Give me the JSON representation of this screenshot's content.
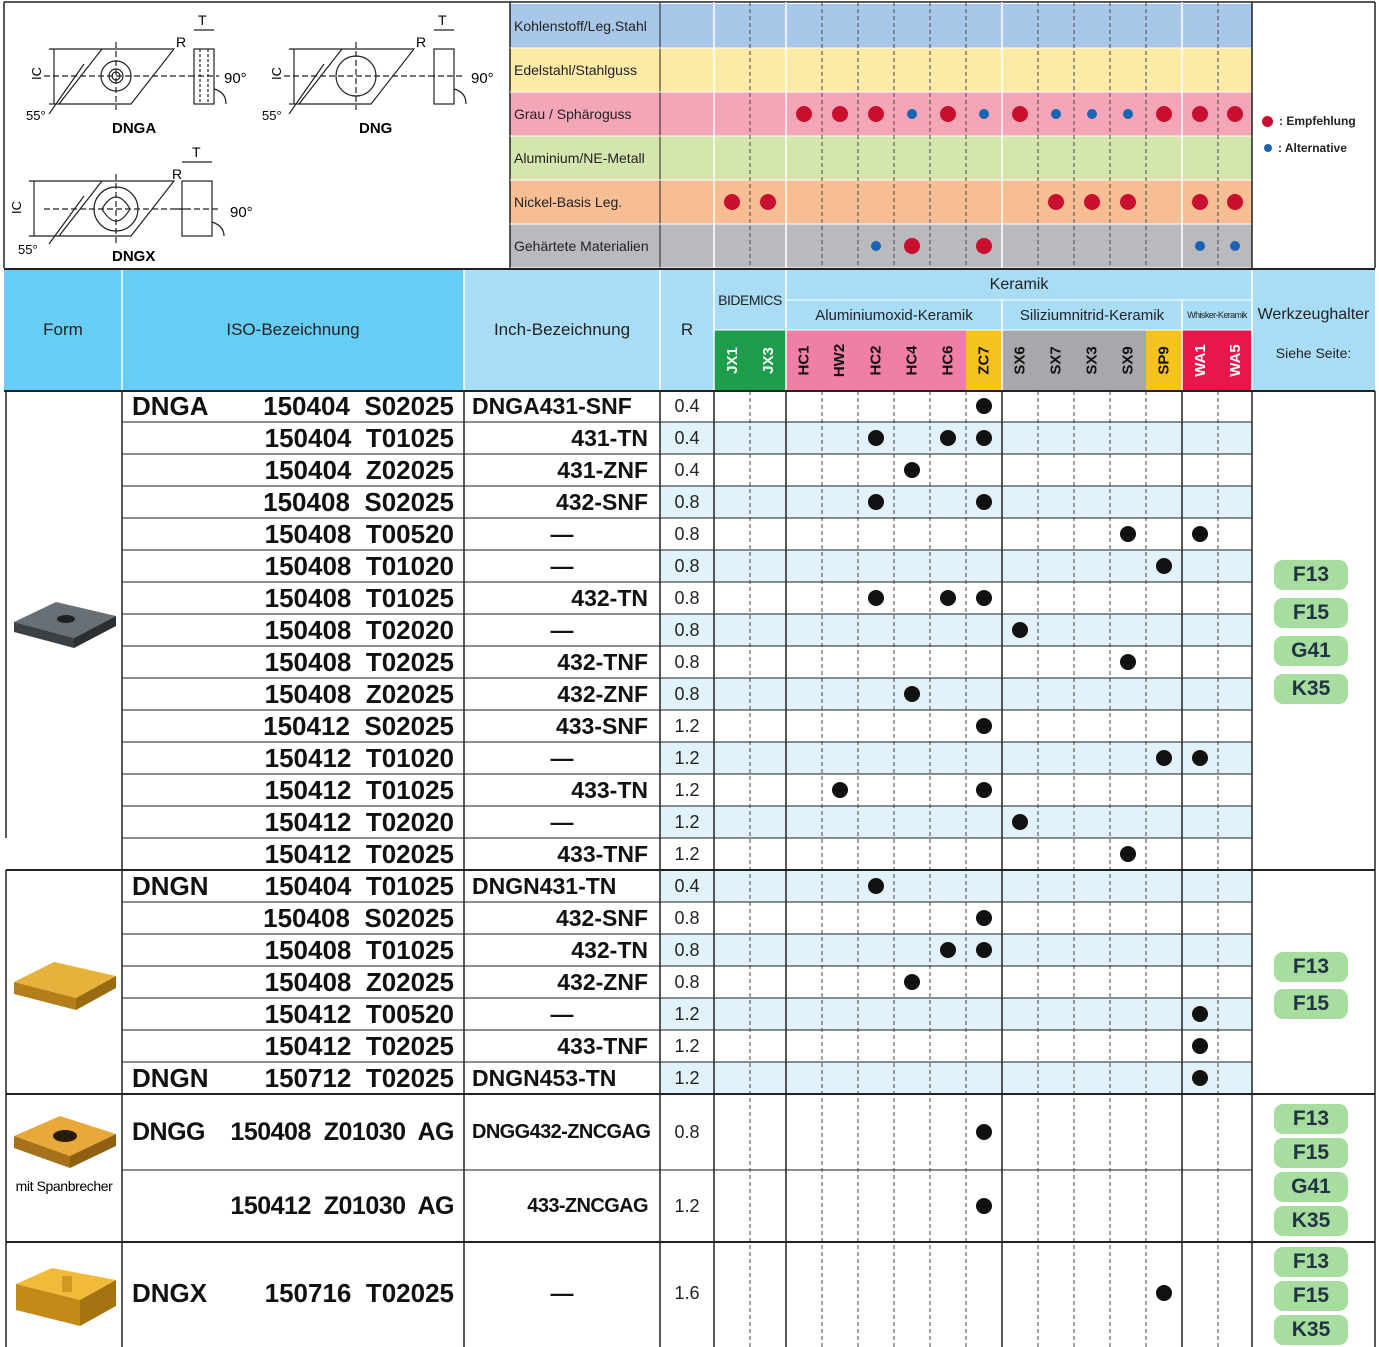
{
  "diagrams": {
    "dnga_label": "DNGA",
    "dng_label": "DNG",
    "dngx_label": "DNGX",
    "ic": "IC",
    "t": "T",
    "r": "R",
    "angle_55": "55°",
    "angle_90": "90°"
  },
  "materials": [
    {
      "label": "Kohlenstoff/Leg.Stahl",
      "color": "#a9c7e9"
    },
    {
      "label": "Edelstahl/Stahlguss",
      "color": "#fdeaa6"
    },
    {
      "label": "Grau / Sphäroguss",
      "color": "#f3a6b8"
    },
    {
      "label": "Aluminium/NE-Metall",
      "color": "#d4e6ad"
    },
    {
      "label": "Nickel-Basis Leg.",
      "color": "#f8be93"
    },
    {
      "label": "Gehärtete Materialien",
      "color": "#b8babf"
    }
  ],
  "material_marks": [
    [],
    [],
    [
      [
        2,
        "r"
      ],
      [
        3,
        "r"
      ],
      [
        4,
        "r"
      ],
      [
        5,
        "b"
      ],
      [
        6,
        "r"
      ],
      [
        7,
        "b"
      ],
      [
        8,
        "r"
      ],
      [
        9,
        "b"
      ],
      [
        10,
        "b"
      ],
      [
        11,
        "b"
      ],
      [
        12,
        "r"
      ],
      [
        13,
        "r"
      ],
      [
        14,
        "r"
      ]
    ],
    [],
    [
      [
        0,
        "r"
      ],
      [
        1,
        "r"
      ],
      [
        9,
        "r"
      ],
      [
        10,
        "r"
      ],
      [
        11,
        "r"
      ],
      [
        13,
        "r"
      ],
      [
        14,
        "r"
      ]
    ],
    [
      [
        4,
        "b"
      ],
      [
        5,
        "r"
      ],
      [
        7,
        "r"
      ],
      [
        13,
        "b"
      ],
      [
        14,
        "b"
      ]
    ]
  ],
  "legend": {
    "recommended": ": Empfehlung",
    "alternative": ": Alternative",
    "red": "#c8102e",
    "blue": "#1a64b4",
    "black": "#111111"
  },
  "header": {
    "form": "Form",
    "iso": "ISO-Bezeichnung",
    "inch": "Inch-Bezeichnung",
    "r": "R",
    "keramik": "Keramik",
    "bidemics": "BIDEMICS",
    "alu": "Aluminiumoxid-Keramik",
    "sili": "Siliziumnitrid-Keramik",
    "whisker": "Whisker-Keramik",
    "holder": "Werkzeughalter",
    "holder_sub": "Siehe Seite:"
  },
  "grades": [
    {
      "code": "JX1",
      "color": "#1e9e4c",
      "text": "#ffffff"
    },
    {
      "code": "JX3",
      "color": "#1e9e4c",
      "text": "#ffffff"
    },
    {
      "code": "HC1",
      "color": "#f07fa6",
      "text": "#111111"
    },
    {
      "code": "HW2",
      "color": "#f07fa6",
      "text": "#111111"
    },
    {
      "code": "HC2",
      "color": "#f07fa6",
      "text": "#111111"
    },
    {
      "code": "HC4",
      "color": "#f07fa6",
      "text": "#111111"
    },
    {
      "code": "HC6",
      "color": "#f07fa6",
      "text": "#111111"
    },
    {
      "code": "ZC7",
      "color": "#f6c21e",
      "text": "#111111"
    },
    {
      "code": "SX6",
      "color": "#a6a8ac",
      "text": "#111111"
    },
    {
      "code": "SX7",
      "color": "#a6a8ac",
      "text": "#111111"
    },
    {
      "code": "SX3",
      "color": "#a6a8ac",
      "text": "#111111"
    },
    {
      "code": "SX9",
      "color": "#a6a8ac",
      "text": "#111111"
    },
    {
      "code": "SP9",
      "color": "#f6c21e",
      "text": "#111111"
    },
    {
      "code": "WA1",
      "color": "#e8174a",
      "text": "#ffffff"
    },
    {
      "code": "WA5",
      "color": "#e8174a",
      "text": "#ffffff"
    }
  ],
  "rows": [
    {
      "prefix": "DNGA",
      "code": "150404  S02025",
      "inch": "DNGA431-SNF",
      "inch_prefixed": true,
      "r": "0.4",
      "marks": [
        7
      ]
    },
    {
      "prefix": "",
      "code": "150404  T01025",
      "inch": "431-TN",
      "inch_prefixed": false,
      "r": "0.4",
      "marks": [
        4,
        6,
        7
      ]
    },
    {
      "prefix": "",
      "code": "150404  Z02025",
      "inch": "431-ZNF",
      "inch_prefixed": false,
      "r": "0.4",
      "marks": [
        5
      ]
    },
    {
      "prefix": "",
      "code": "150408  S02025",
      "inch": "432-SNF",
      "inch_prefixed": false,
      "r": "0.8",
      "marks": [
        4,
        7
      ]
    },
    {
      "prefix": "",
      "code": "150408  T00520",
      "inch": "—",
      "inch_prefixed": false,
      "r": "0.8",
      "marks": [
        11,
        13
      ]
    },
    {
      "prefix": "",
      "code": "150408  T01020",
      "inch": "—",
      "inch_prefixed": false,
      "r": "0.8",
      "marks": [
        12
      ]
    },
    {
      "prefix": "",
      "code": "150408  T01025",
      "inch": "432-TN",
      "inch_prefixed": false,
      "r": "0.8",
      "marks": [
        4,
        6,
        7
      ]
    },
    {
      "prefix": "",
      "code": "150408  T02020",
      "inch": "—",
      "inch_prefixed": false,
      "r": "0.8",
      "marks": [
        8
      ]
    },
    {
      "prefix": "",
      "code": "150408  T02025",
      "inch": "432-TNF",
      "inch_prefixed": false,
      "r": "0.8",
      "marks": [
        11
      ]
    },
    {
      "prefix": "",
      "code": "150408  Z02025",
      "inch": "432-ZNF",
      "inch_prefixed": false,
      "r": "0.8",
      "marks": [
        5
      ]
    },
    {
      "prefix": "",
      "code": "150412  S02025",
      "inch": "433-SNF",
      "inch_prefixed": false,
      "r": "1.2",
      "marks": [
        7
      ]
    },
    {
      "prefix": "",
      "code": "150412  T01020",
      "inch": "—",
      "inch_prefixed": false,
      "r": "1.2",
      "marks": [
        12,
        13
      ]
    },
    {
      "prefix": "",
      "code": "150412  T01025",
      "inch": "433-TN",
      "inch_prefixed": false,
      "r": "1.2",
      "marks": [
        3,
        7
      ]
    },
    {
      "prefix": "",
      "code": "150412  T02020",
      "inch": "—",
      "inch_prefixed": false,
      "r": "1.2",
      "marks": [
        8
      ]
    },
    {
      "prefix": "",
      "code": "150412  T02025",
      "inch": "433-TNF",
      "inch_prefixed": false,
      "r": "1.2",
      "marks": [
        11
      ]
    },
    {
      "prefix": "DNGN",
      "code": "150404  T01025",
      "inch": "DNGN431-TN",
      "inch_prefixed": true,
      "r": "0.4",
      "marks": [
        4
      ]
    },
    {
      "prefix": "",
      "code": "150408  S02025",
      "inch": "432-SNF",
      "inch_prefixed": false,
      "r": "0.8",
      "marks": [
        7
      ]
    },
    {
      "prefix": "",
      "code": "150408  T01025",
      "inch": "432-TN",
      "inch_prefixed": false,
      "r": "0.8",
      "marks": [
        6,
        7
      ]
    },
    {
      "prefix": "",
      "code": "150408  Z02025",
      "inch": "432-ZNF",
      "inch_prefixed": false,
      "r": "0.8",
      "marks": [
        5
      ]
    },
    {
      "prefix": "",
      "code": "150412  T00520",
      "inch": "—",
      "inch_prefixed": false,
      "r": "1.2",
      "marks": [
        13
      ]
    },
    {
      "prefix": "",
      "code": "150412  T02025",
      "inch": "433-TNF",
      "inch_prefixed": false,
      "r": "1.2",
      "marks": [
        13
      ]
    },
    {
      "prefix": "DNGN",
      "code": "150712  T02025",
      "inch": "DNGN453-TN",
      "inch_prefixed": true,
      "r": "1.2",
      "marks": [
        13
      ]
    },
    {
      "prefix": "DNGG",
      "code": "150408  Z01030  AG",
      "inch": "DNGG432-ZNCGAG",
      "inch_prefixed": true,
      "r": "0.8",
      "marks": [
        7
      ]
    },
    {
      "prefix": "",
      "code": "150412  Z01030  AG",
      "inch": "433-ZNCGAG",
      "inch_prefixed": false,
      "r": "1.2",
      "marks": [
        7
      ]
    },
    {
      "prefix": "DNGX",
      "code": "150716  T02025",
      "inch": "—",
      "inch_prefixed": false,
      "r": "1.6",
      "marks": [
        12
      ]
    }
  ],
  "groups": [
    {
      "name": "DNGA",
      "holders": [
        "F13",
        "F15",
        "G41",
        "K35"
      ],
      "note": ""
    },
    {
      "name": "DNGN",
      "holders": [
        "F13",
        "F15"
      ],
      "note": ""
    },
    {
      "name": "DNGG",
      "holders": [
        "F13",
        "F15",
        "G41",
        "K35"
      ],
      "note": "mit Spanbrecher"
    },
    {
      "name": "DNGX",
      "holders": [
        "F13",
        "F15",
        "K35"
      ],
      "note": ""
    }
  ],
  "colors": {
    "row_alt": "#e2f2fa",
    "header_cyan": "#67cdf5",
    "header_light": "#a9ddf6",
    "line": "#222222"
  }
}
